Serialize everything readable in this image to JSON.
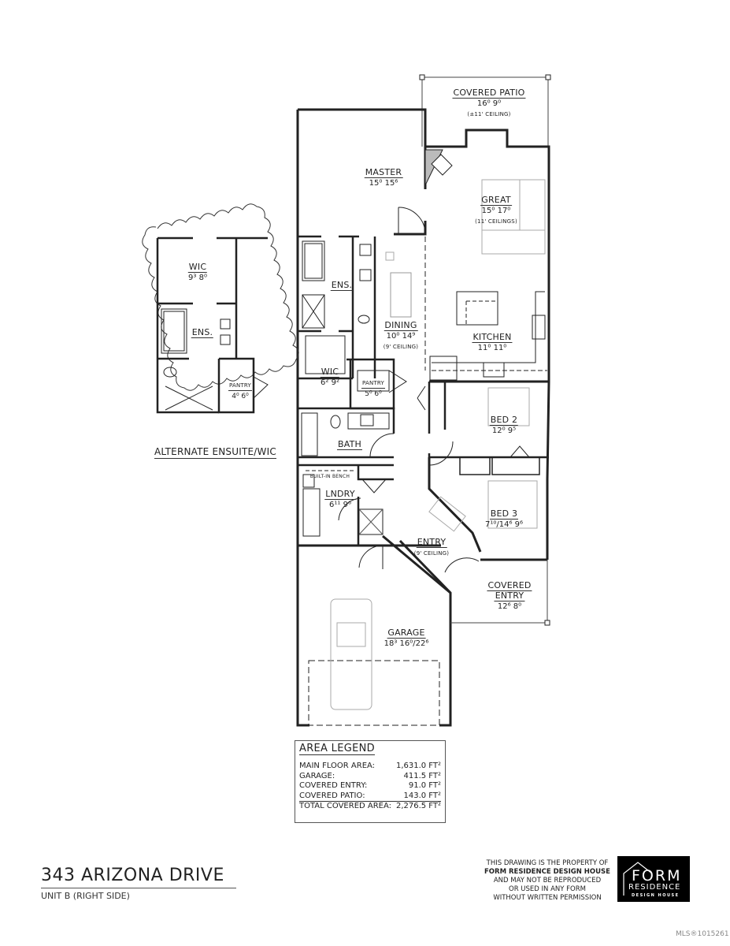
{
  "plan": {
    "address": "343 ARIZONA DRIVE",
    "unit": "UNIT B (RIGHT SIDE)",
    "rooms": {
      "covered_patio": {
        "name": "COVERED PATIO",
        "dim": "16⁰ 9⁰",
        "note": "(±11' CEILING)"
      },
      "master": {
        "name": "MASTER",
        "dim": "15⁰ 15⁶"
      },
      "great": {
        "name": "GREAT",
        "dim": "15⁰ 17⁰",
        "note": "(11' CEILINGS)"
      },
      "ens": {
        "name": "ENS."
      },
      "dining": {
        "name": "DINING",
        "dim": "10⁰ 14⁹",
        "note": "(9' CEILING)"
      },
      "kitchen": {
        "name": "KITCHEN",
        "dim": "11⁰ 11⁰"
      },
      "wic": {
        "name": "WIC",
        "dim": "6² 9²"
      },
      "pantry": {
        "name": "PANTRY",
        "dim": "5⁰ 6⁰"
      },
      "bed2": {
        "name": "BED 2",
        "dim": "12⁰ 9⁵"
      },
      "bath": {
        "name": "BATH"
      },
      "built_in_bench": {
        "name": "BUILT-IN BENCH"
      },
      "lndry": {
        "name": "LNDRY",
        "dim": "6¹¹ 9⁶"
      },
      "bed3": {
        "name": "BED 3",
        "dim": "7¹⁰/14⁶ 9⁶"
      },
      "entry": {
        "name": "ENTRY",
        "note": "(9' CEILING)"
      },
      "covered_entry": {
        "name": "COVERED",
        "name2": "ENTRY",
        "dim": "12⁶ 8⁰"
      },
      "garage": {
        "name": "GARAGE",
        "dim": "18³ 16⁰/22⁶"
      }
    },
    "alternate": {
      "caption": "ALTERNATE ENSUITE/WIC",
      "wic": {
        "name": "WIC",
        "dim": "9³ 8⁰"
      },
      "ens": {
        "name": "ENS."
      },
      "pantry": {
        "name": "PANTRY",
        "dim": "4⁰ 6⁰"
      }
    }
  },
  "area_legend": {
    "title": "AREA LEGEND",
    "rows": [
      {
        "label": "MAIN FLOOR AREA:",
        "value": "1,631.0 FT²"
      },
      {
        "label": "GARAGE:",
        "value": "411.5 FT²"
      },
      {
        "label": "COVERED ENTRY:",
        "value": "91.0 FT²"
      },
      {
        "label": "COVERED PATIO:",
        "value": "143.0 FT²"
      },
      {
        "label": "TOTAL COVERED AREA:",
        "value": "2,276.5 FT²"
      }
    ]
  },
  "copyright": {
    "line1": "THIS DRAWING IS THE PROPERTY OF",
    "line2": "FORM RESIDENCE DESIGN HOUSE",
    "line3": "AND MAY NOT BE REPRODUCED",
    "line4": "OR USED IN ANY FORM",
    "line5": "WITHOUT WRITTEN PERMISSION"
  },
  "logo": {
    "word1": "FORM",
    "word2": "RESIDENCE",
    "word3": "DESIGN HOUSE"
  },
  "watermark": "MLS®1015261"
}
